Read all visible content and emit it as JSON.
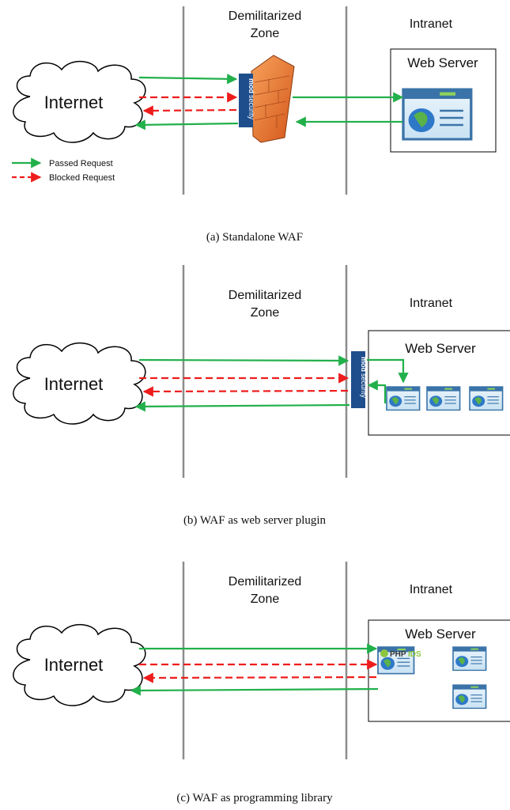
{
  "labels": {
    "dmz": [
      "Demilitarized",
      "Zone"
    ],
    "intranet": "Intranet",
    "internet": "Internet",
    "web_server": "Web Server",
    "modsecurity_mod": "mod",
    "modsecurity_security": "security",
    "phpids_php": "PHP",
    "phpids_ids": "IDS"
  },
  "legend": {
    "passed": "Passed Request",
    "blocked": "Blocked Request"
  },
  "colors": {
    "passed": "#22b04b",
    "blocked": "#ee1c1c",
    "boundary": "#8c8c8c",
    "modsecurity": "#1f4e8c",
    "firewall": "#e8742a"
  },
  "panels": [
    {
      "caption": "(a) Standalone WAF"
    },
    {
      "caption": "(b) WAF as web server plugin"
    },
    {
      "caption": "(c) WAF as programming library"
    }
  ]
}
